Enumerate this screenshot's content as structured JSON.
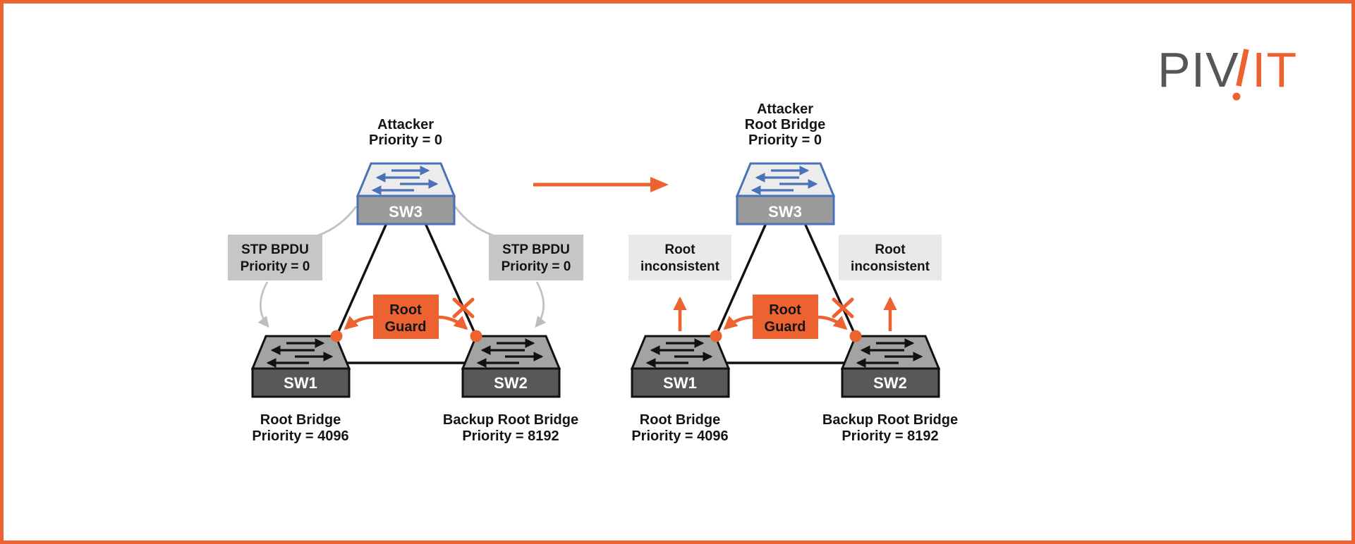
{
  "logo": {
    "gray": "PIV",
    "orange": "IT"
  },
  "colors": {
    "accent_orange": "#EC6230",
    "switch_blue": "#4A72B8",
    "switch_dark_face": "#57585A",
    "switch_top_gray": "#A3A3A3",
    "callout_gray": "#C6C6C6",
    "callout_light": "#E9E9E9",
    "border_orange": "#EC6230",
    "logo_gray": "#55565A"
  },
  "diagrams": [
    {
      "attacker_label": [
        "Attacker",
        "Priority = 0"
      ],
      "top_switch": "SW3",
      "left_switch": "SW1",
      "right_switch": "SW2",
      "left_callout": [
        "STP BPDU",
        "Priority = 0"
      ],
      "right_callout": [
        "STP BPDU",
        "Priority = 0"
      ],
      "root_guard": [
        "Root",
        "Guard"
      ],
      "left_switch_caption": [
        "Root Bridge",
        "Priority = 4096"
      ],
      "right_switch_caption": [
        "Backup Root Bridge",
        "Priority = 8192"
      ]
    },
    {
      "attacker_label": [
        "Attacker",
        "Root Bridge",
        "Priority = 0"
      ],
      "top_switch": "SW3",
      "left_switch": "SW1",
      "right_switch": "SW2",
      "left_callout": [
        "Root",
        "inconsistent"
      ],
      "right_callout": [
        "Root",
        "inconsistent"
      ],
      "root_guard": [
        "Root",
        "Guard"
      ],
      "left_switch_caption": [
        "Root Bridge",
        "Priority = 4096"
      ],
      "right_switch_caption": [
        "Backup Root Bridge",
        "Priority = 8192"
      ]
    }
  ]
}
